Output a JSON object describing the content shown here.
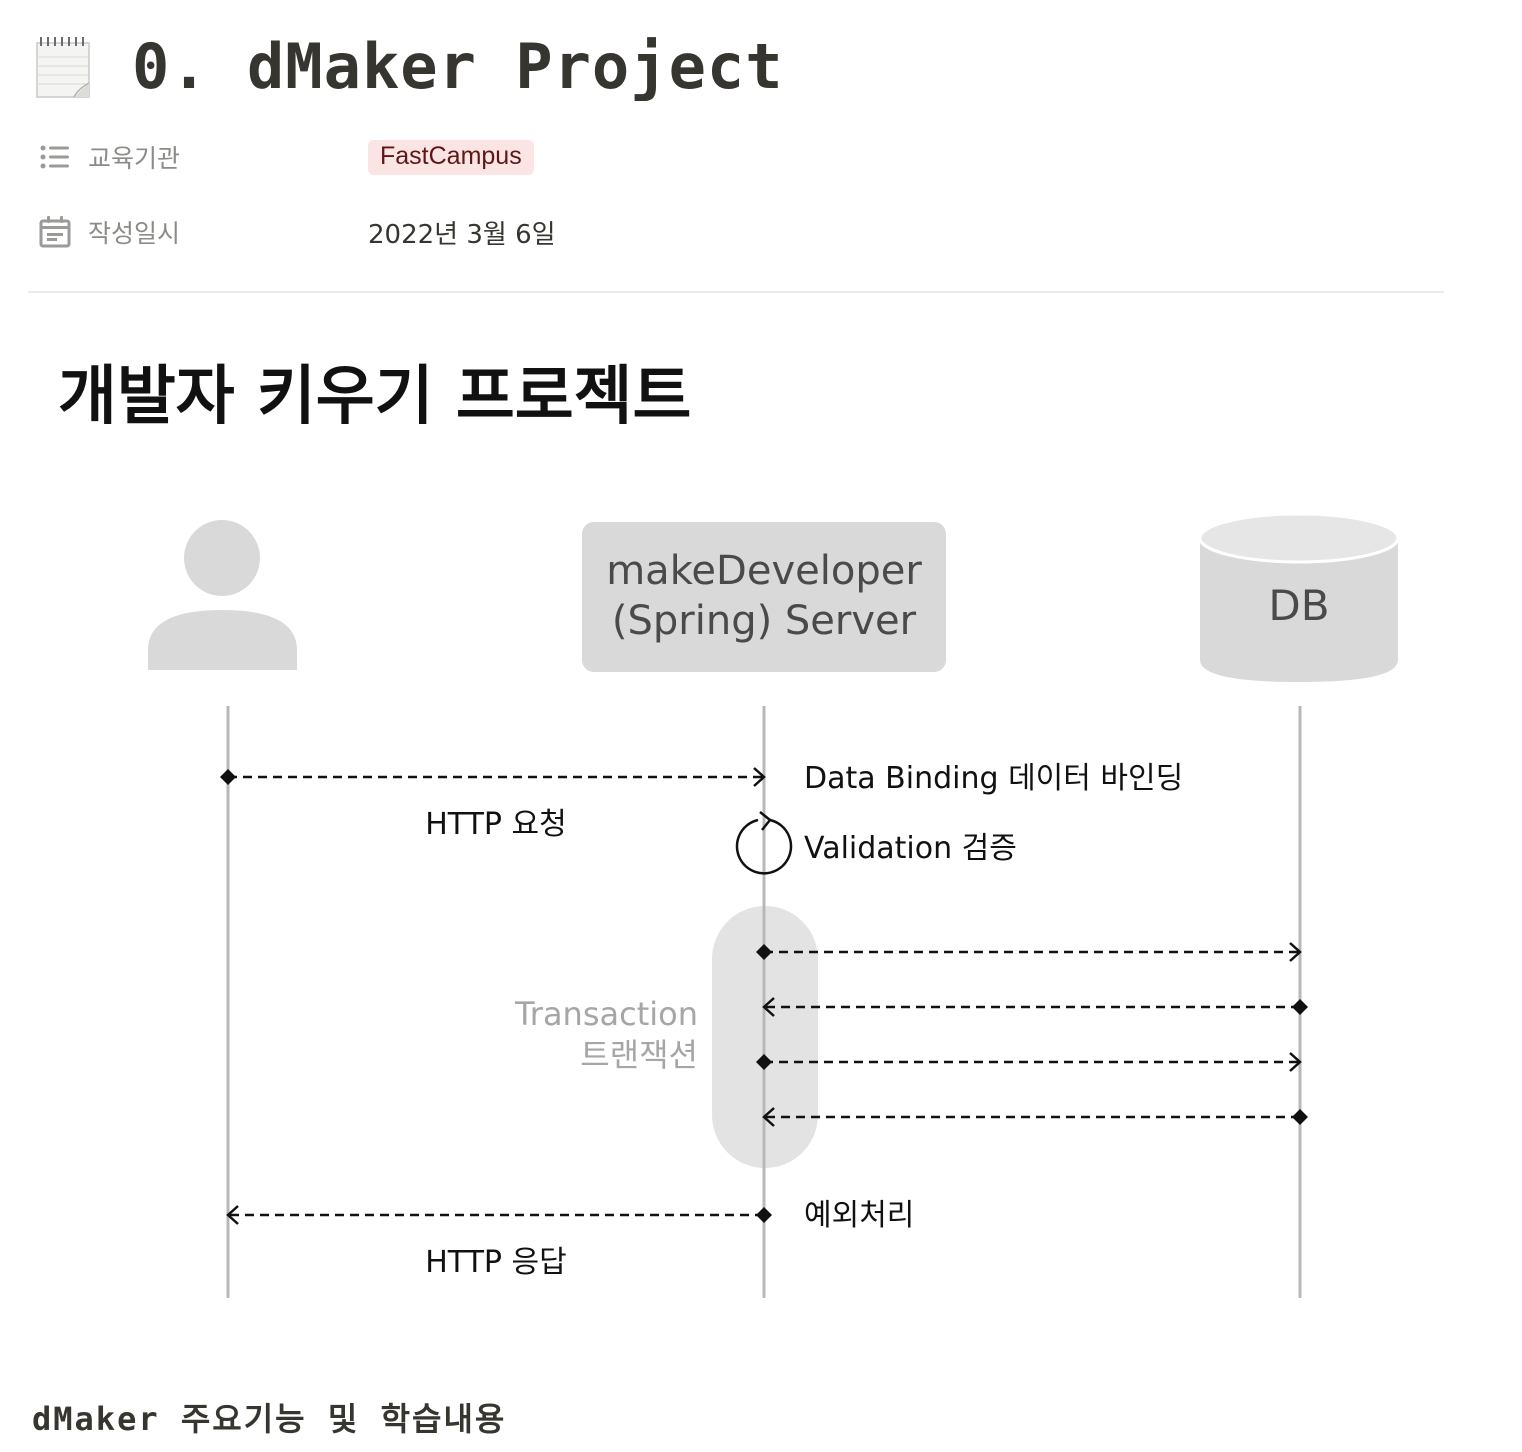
{
  "page": {
    "icon": "notepad-icon",
    "title": "0. dMaker Project"
  },
  "properties": [
    {
      "icon": "list-icon",
      "name": "교육기관",
      "value": "FastCampus",
      "tag_bg": "#fbe4e4",
      "tag_fg": "#5d1715"
    },
    {
      "icon": "calendar-icon",
      "name": "작성일시",
      "value": "2022년 3월 6일"
    }
  ],
  "diagram": {
    "title": "개발자 키우기 프로젝트",
    "actor_icon": "user-icon",
    "server_label_line1": "makeDeveloper",
    "server_label_line2": "(Spring) Server",
    "db_label": "DB",
    "db_icon": "database-icon",
    "http_request": "HTTP 요청",
    "data_binding": "Data Binding 데이터 바인딩",
    "validation": "Validation 검증",
    "transaction_line1": "Transaction",
    "transaction_line2": "트랜잭션",
    "exception": "예외처리",
    "http_response": "HTTP 응답",
    "colors": {
      "box": "#d9d9d9",
      "lifeline": "#b8b8b8",
      "transaction": "#e3e3e3",
      "text": "#1a1a1a",
      "muted": "#a6a6a6"
    }
  },
  "section": {
    "heading": "dMaker 주요기능 및 학습내용"
  }
}
